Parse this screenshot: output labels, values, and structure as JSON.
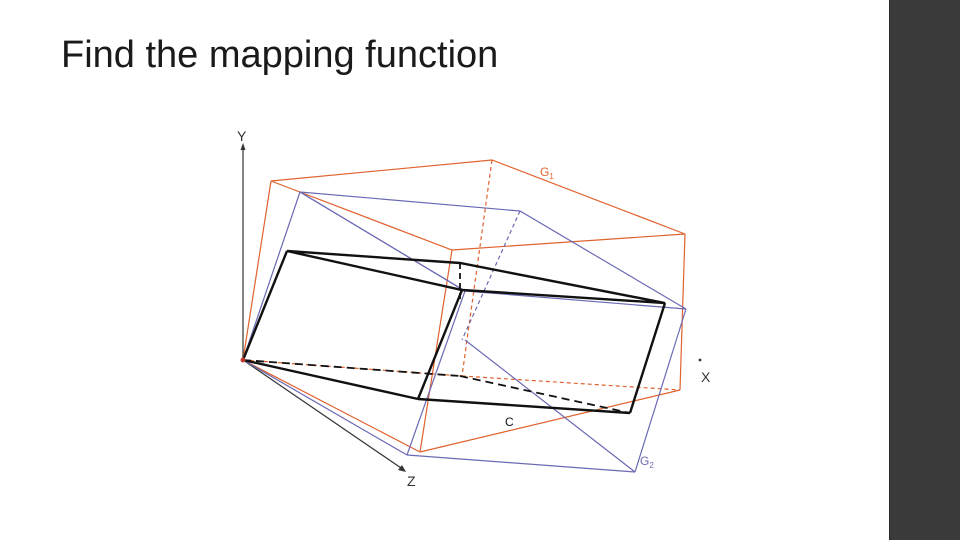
{
  "slide": {
    "title": "Find the mapping function"
  },
  "diagram": {
    "axes": {
      "y_label": "Y",
      "x_label": "X",
      "z_label": "Z"
    },
    "boxes": {
      "g1_label": "G",
      "g1_subscript": "1",
      "g2_label": "G",
      "g2_subscript": "2",
      "c_label": "C"
    },
    "colors": {
      "g1": "#e0622e",
      "g2": "#6a6ab4",
      "c": "#111111",
      "axis": "#333333",
      "side_bar": "#3a3a3a"
    }
  }
}
